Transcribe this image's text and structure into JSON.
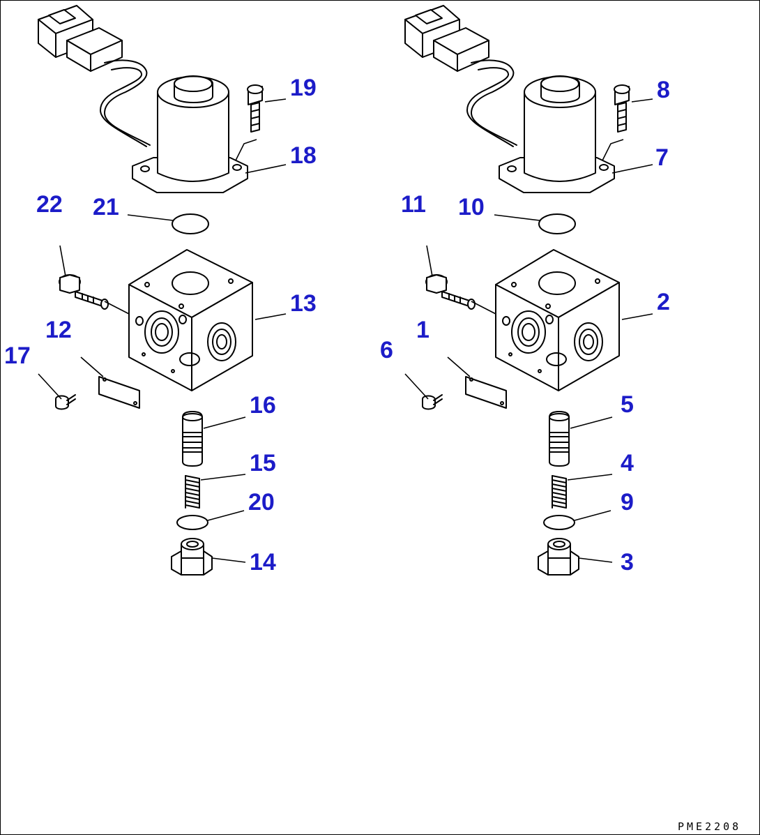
{
  "drawing_code": "PME2208",
  "colors": {
    "callout": "#1c1cc8",
    "line": "#000000",
    "background": "#ffffff"
  },
  "assemblies": [
    {
      "side": "left",
      "callouts": {
        "mounting_bolt": "19",
        "solenoid": "18",
        "o_ring_top": "21",
        "bolt": "22",
        "valve_body": "13",
        "name_plate": "12",
        "rivet": "17",
        "spool": "16",
        "spring": "15",
        "o_ring_bottom": "20",
        "plug": "14"
      }
    },
    {
      "side": "right",
      "callouts": {
        "mounting_bolt": "8",
        "solenoid": "7",
        "o_ring_top": "10",
        "bolt": "11",
        "valve_body": "2",
        "name_plate": "1",
        "rivet": "6",
        "spool": "5",
        "spring": "4",
        "o_ring_bottom": "9",
        "plug": "3"
      }
    }
  ]
}
